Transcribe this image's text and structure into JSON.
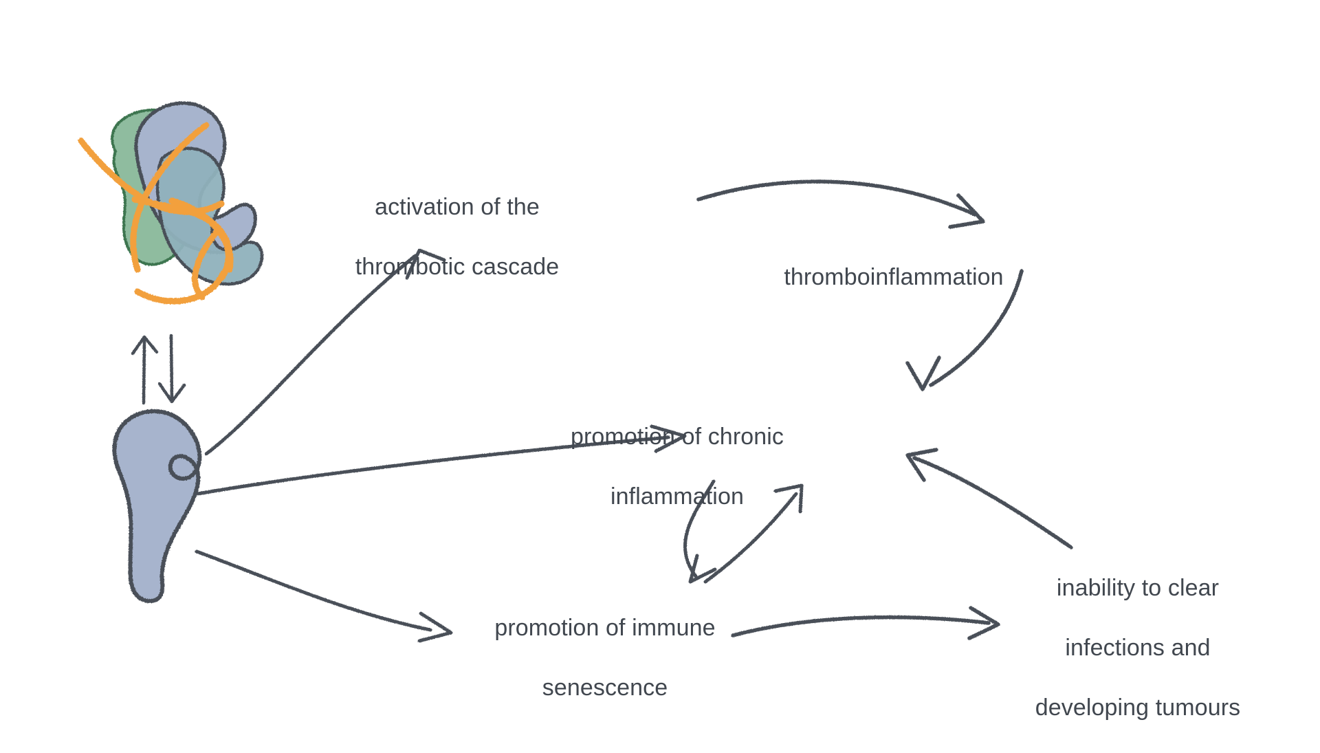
{
  "diagram": {
    "title": "Thromboinflammation consequences flow diagram",
    "style": "hand-drawn sketch",
    "background_color": "#ffffff",
    "text_color": "#41474f",
    "stroke_color": "#4a5058",
    "nodes": [
      {
        "id": "thrombotic_cascade",
        "label": "activation of the\nthrombotic cascade",
        "line1": "activation of the",
        "line2": "thrombotic cascade"
      },
      {
        "id": "thromboinflammation",
        "label": "thromboinflammation",
        "line1": "thromboinflammation",
        "line2": ""
      },
      {
        "id": "chronic_inflammation",
        "label": "promotion of chronic\ninflammation",
        "line1": "promotion of chronic",
        "line2": "inflammation"
      },
      {
        "id": "immune_senescence",
        "label": "promotion of immune\nsenescence",
        "line1": "promotion of immune",
        "line2": "senescence"
      },
      {
        "id": "inability_to_clear",
        "label": "inability to clear\ninfections and\ndeveloping tumours",
        "line1": "inability to clear",
        "line2": "infections and",
        "line3": "developing tumours"
      }
    ],
    "edges": [
      {
        "from": "platelet-aggregate-illustration",
        "to": "monocyte-illustration",
        "type": "double-headed-vertical"
      },
      {
        "from": "monocyte-illustration",
        "to": "thrombotic_cascade",
        "type": "curved-arrow"
      },
      {
        "from": "monocyte-illustration",
        "to": "chronic_inflammation",
        "type": "straight-arrow"
      },
      {
        "from": "monocyte-illustration",
        "to": "immune_senescence",
        "type": "curved-arrow"
      },
      {
        "from": "thrombotic_cascade",
        "to": "thromboinflammation",
        "type": "curved-arrow"
      },
      {
        "from": "thromboinflammation",
        "to": "chronic_inflammation",
        "type": "curved-arrow"
      },
      {
        "from": "chronic_inflammation",
        "to": "immune_senescence",
        "type": "curved-arrow"
      },
      {
        "from": "immune_senescence",
        "to": "chronic_inflammation",
        "type": "curved-arrow"
      },
      {
        "from": "immune_senescence",
        "to": "inability_to_clear",
        "type": "curved-arrow"
      },
      {
        "from": "inability_to_clear",
        "to": "chronic_inflammation",
        "type": "curved-arrow"
      }
    ],
    "illustrations": [
      {
        "id": "platelet-aggregate",
        "name": "platelet-aggregate-illustration",
        "description": "cluster of overlapping cells with fibrin strands",
        "colors": {
          "green_cell": "#8fbc9f",
          "green_outline": "#3f7750",
          "blue_cell": "#a7b4cd",
          "teal_cell": "#8fb1bc",
          "outline": "#4a5058",
          "fibrin": "#f2a03c"
        }
      },
      {
        "id": "monocyte",
        "name": "monocyte-illustration",
        "description": "single kidney-shaped cell",
        "colors": {
          "fill": "#a7b4cd",
          "outline": "#4a5058"
        }
      }
    ]
  }
}
